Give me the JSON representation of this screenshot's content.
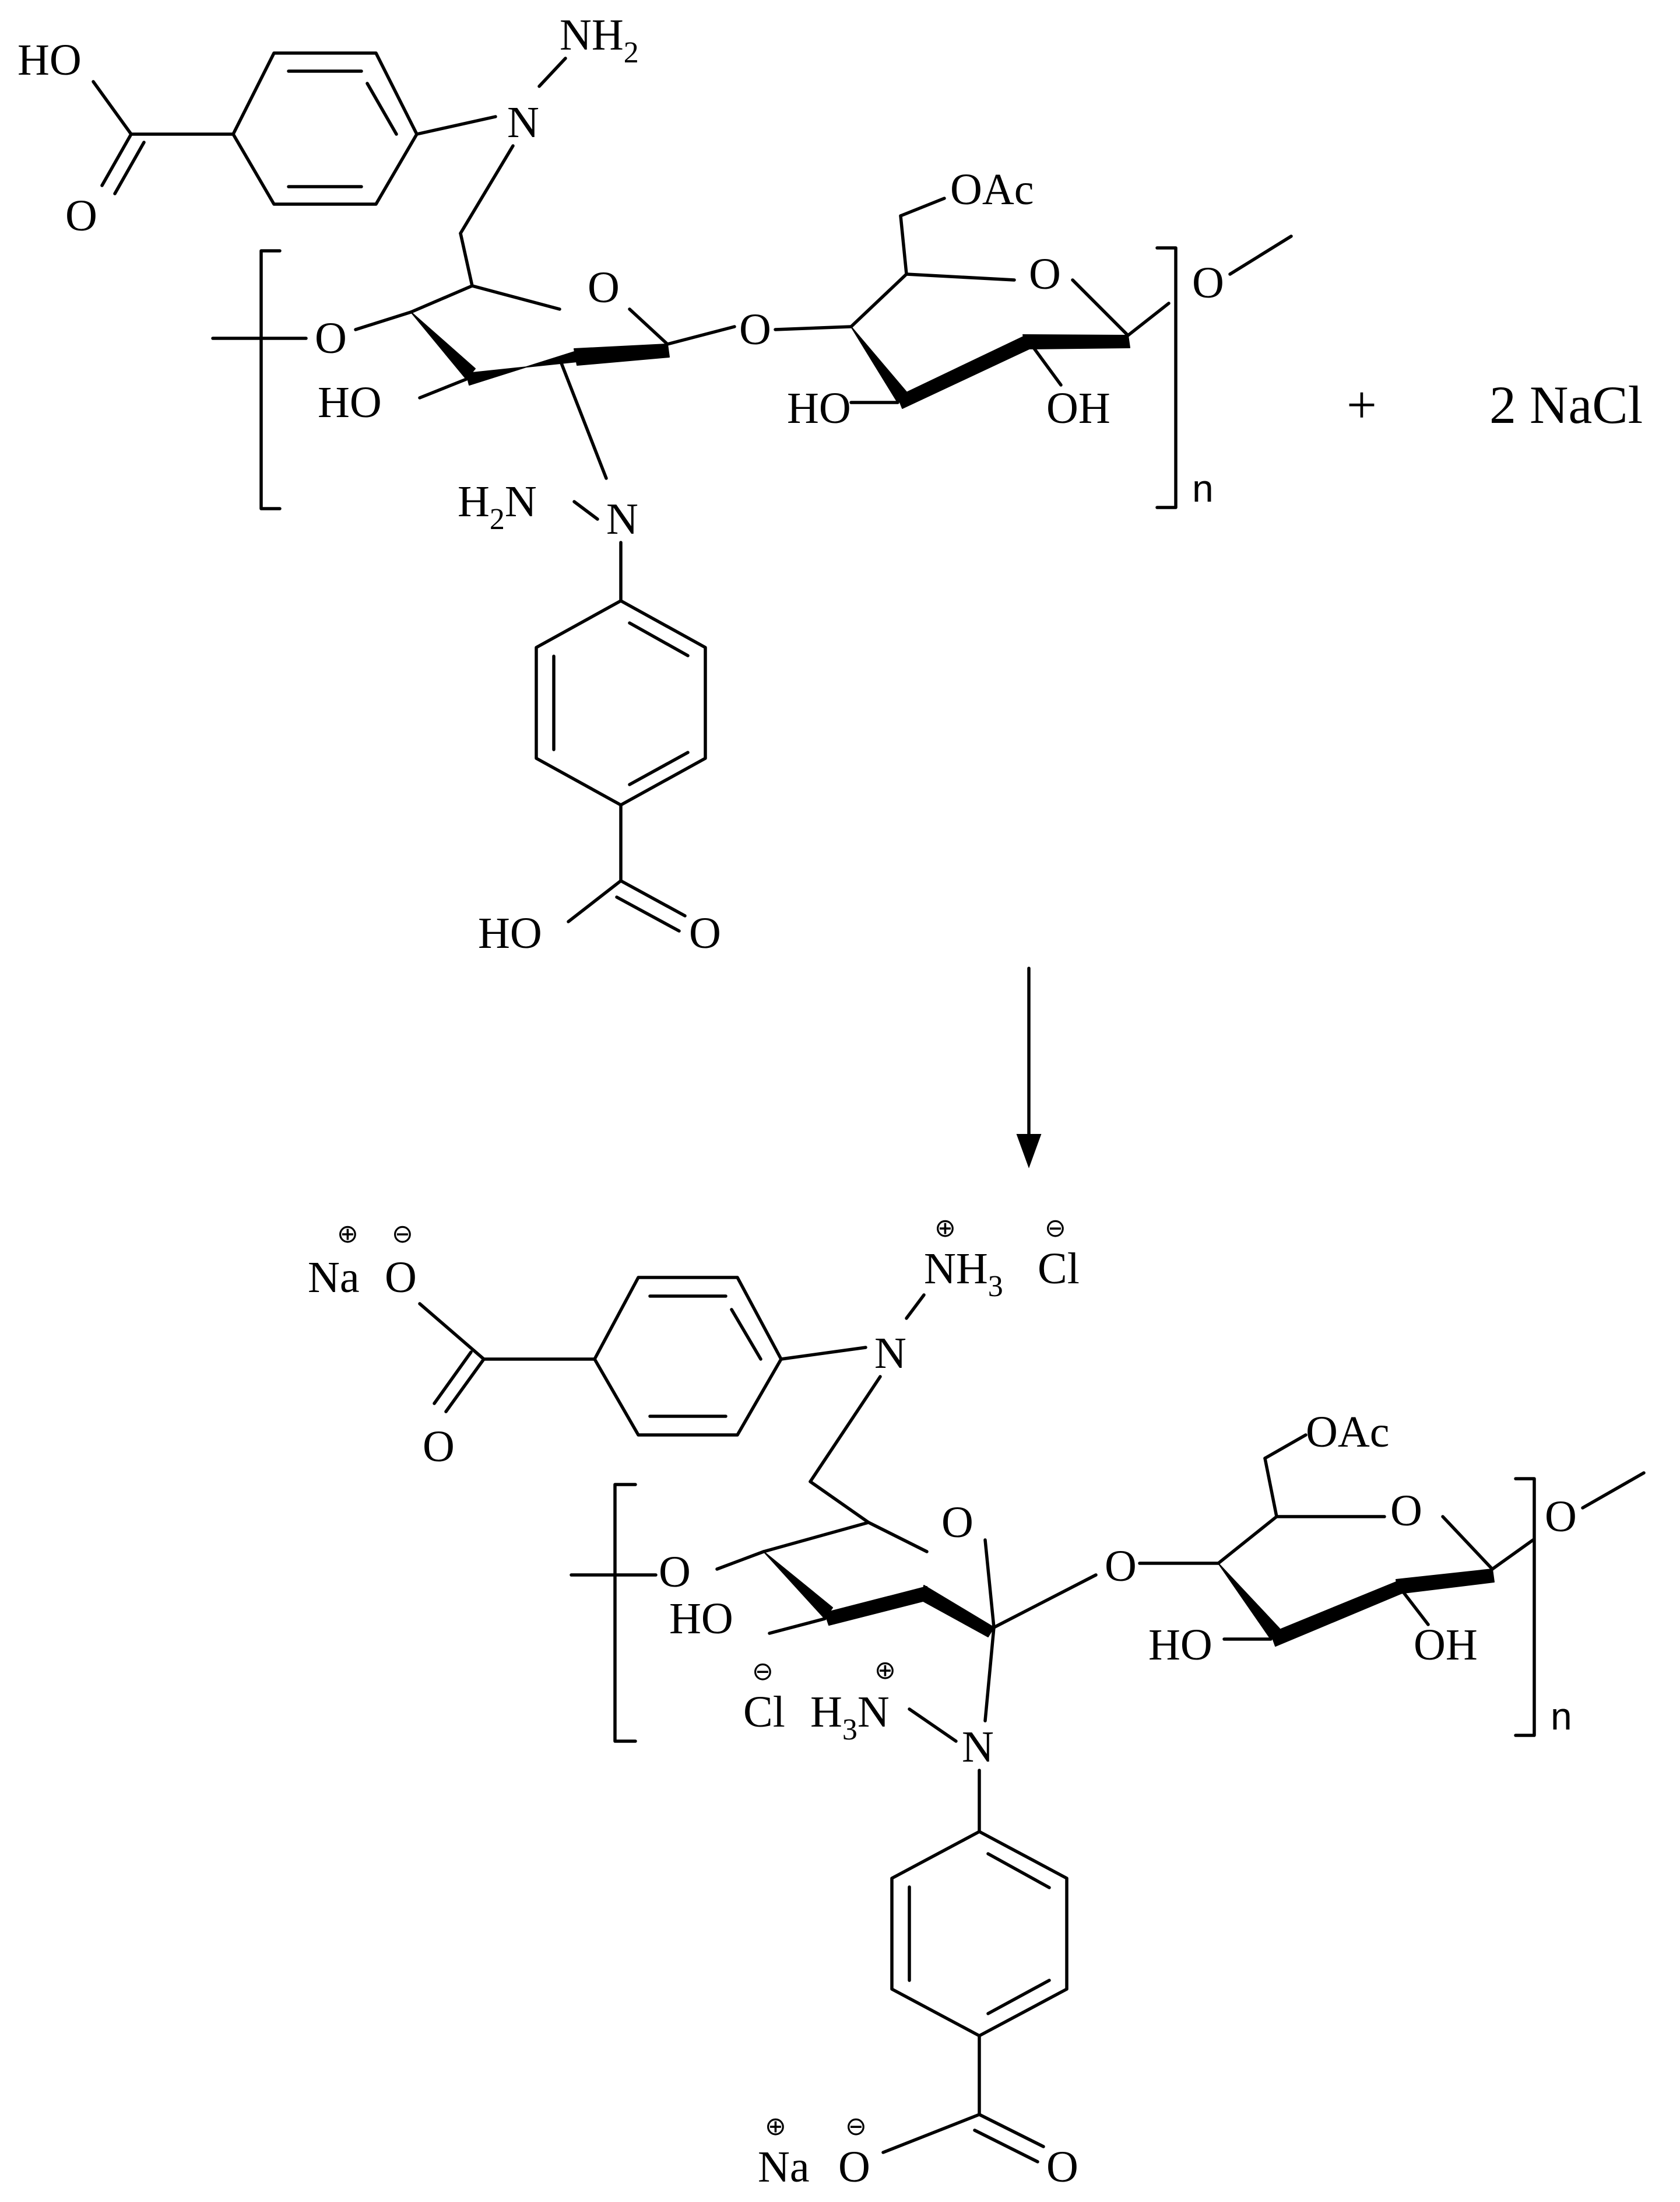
{
  "reactant": {
    "upper_acid_OH": "HO",
    "upper_acid_O": "O",
    "upper_hydrazine_NH2": "NH",
    "upper_hydrazine_NH2_sub": "2",
    "upper_N": "N",
    "ring1_O": "O",
    "link_O": "O",
    "left_O": "O",
    "ring1_HO": "HO",
    "lower_hydrazine_H2N_H": "H",
    "lower_hydrazine_H2N_sub": "2",
    "lower_hydrazine_H2N_N": "N",
    "lower_N": "N",
    "lower_acid_OH": "HO",
    "lower_acid_O": "O",
    "ring2_OAc": "OAc",
    "ring2_O": "O",
    "ring2_HO": "HO",
    "ring2_OH": "OH",
    "end_O": "O",
    "repeat_n": "n"
  },
  "plus_sign": "+",
  "salt": "2 NaCl",
  "product": {
    "upper_Na": "Na",
    "upper_carboxylate_O": "O",
    "upper_acid_O": "O",
    "upper_NH3": "NH",
    "upper_NH3_sub": "3",
    "upper_Cl": "Cl",
    "upper_N": "N",
    "ring1_O": "O",
    "link_O": "O",
    "left_O": "O",
    "ring1_HO": "HO",
    "lower_Cl": "Cl",
    "lower_H3N_H": "H",
    "lower_H3N_sub": "3",
    "lower_H3N_N": "N",
    "lower_N": "N",
    "lower_Na": "Na",
    "lower_carboxylate_O": "O",
    "lower_acid_O": "O",
    "ring2_OAc": "OAc",
    "ring2_O": "O",
    "ring2_HO": "HO",
    "ring2_OH": "OH",
    "end_O": "O",
    "repeat_n": "n"
  },
  "charges": {
    "plus": "⊕",
    "minus": "⊖"
  }
}
